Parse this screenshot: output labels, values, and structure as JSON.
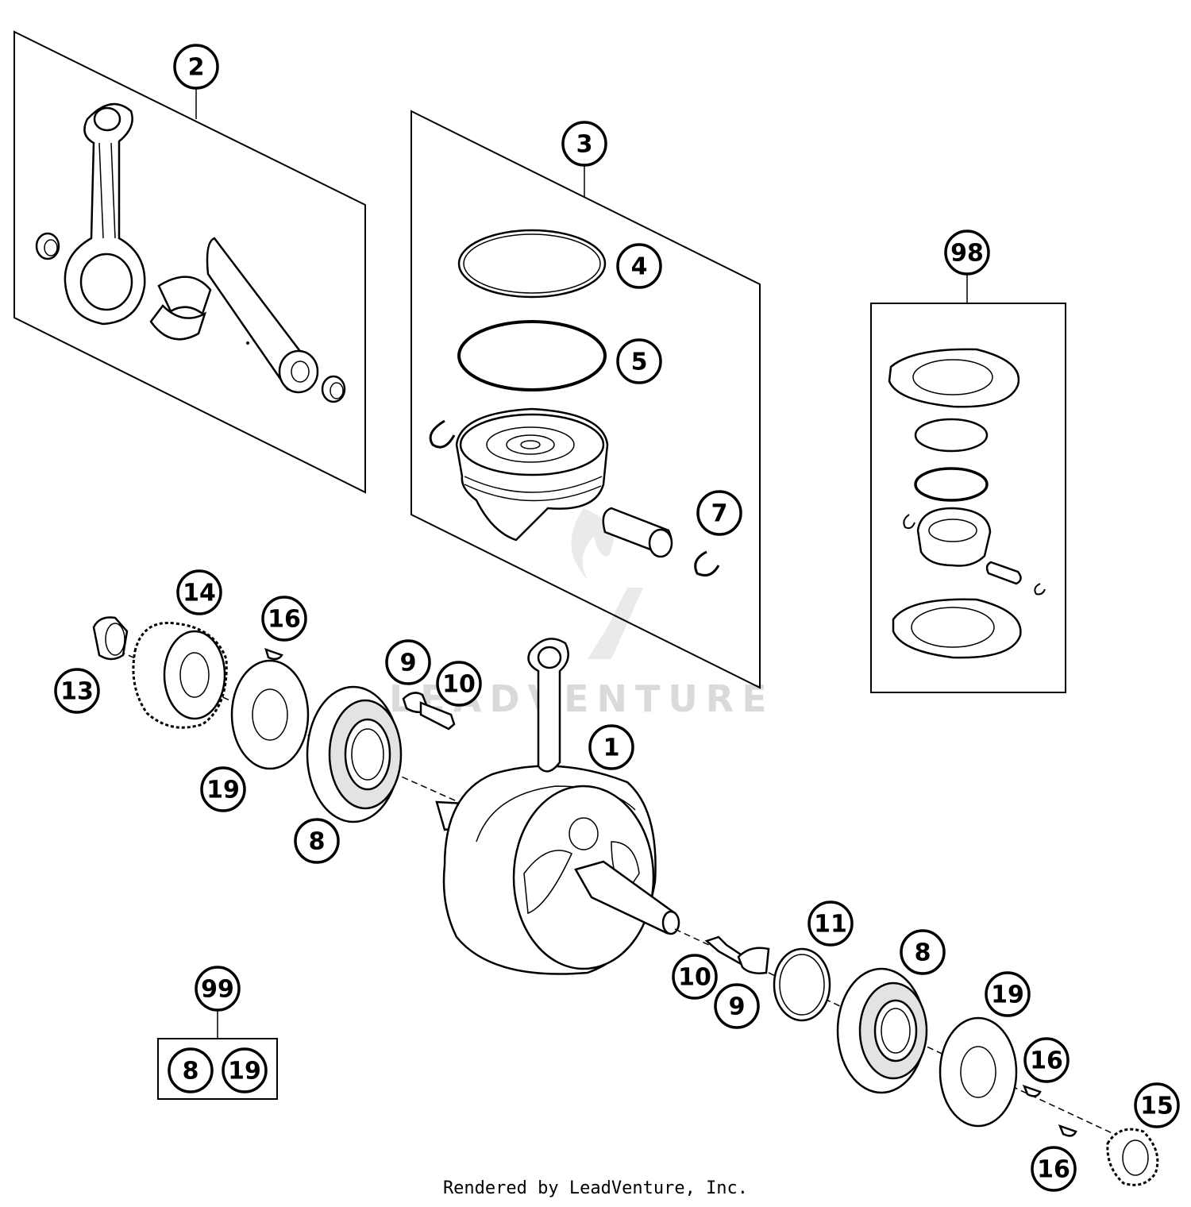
{
  "callouts": {
    "c1": "1",
    "c2": "2",
    "c3": "3",
    "c4": "4",
    "c5": "5",
    "c7": "7",
    "c8a": "8",
    "c8b": "8",
    "c8c": "8",
    "c9a": "9",
    "c9b": "9",
    "c10a": "10",
    "c10b": "10",
    "c11": "11",
    "c13": "13",
    "c14": "14",
    "c15": "15",
    "c16a": "16",
    "c16b": "16",
    "c16c": "16",
    "c19a": "19",
    "c19b": "19",
    "c19c": "19",
    "c98": "98",
    "c99": "99"
  },
  "watermark": "LEADVENTURE",
  "footer": "Rendered by LeadVenture, Inc."
}
